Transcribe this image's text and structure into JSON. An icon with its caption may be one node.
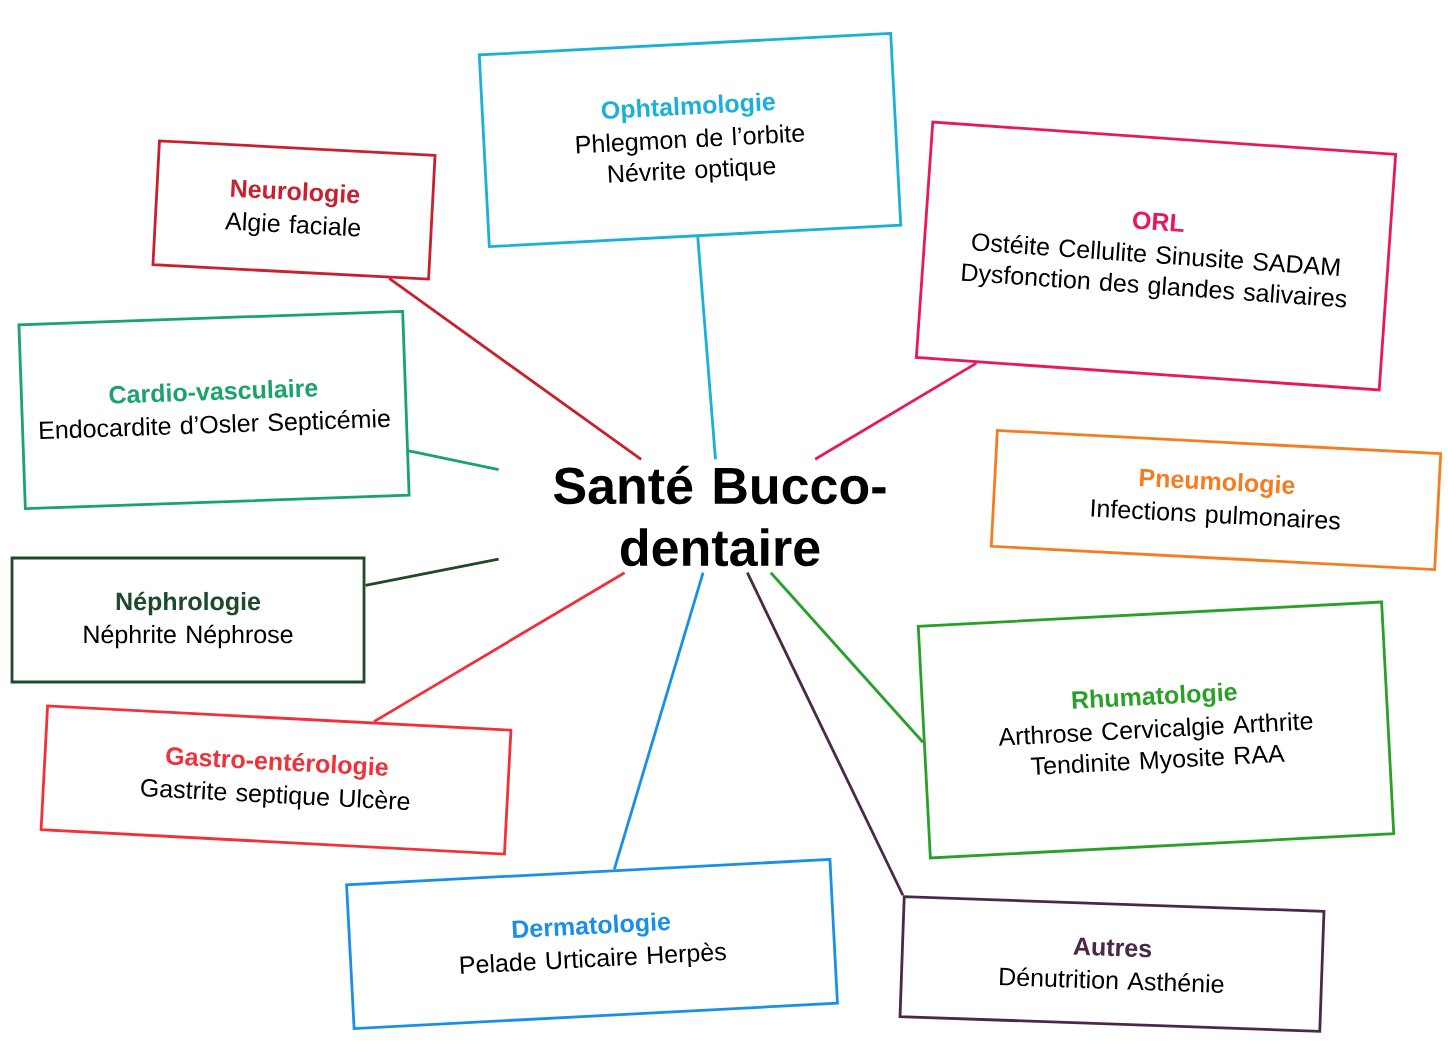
{
  "diagram": {
    "nodes": [
      {
        "text": [
          "Santé Bucco-dentaire"
        ]
      },
      {
        "text": [
          "Ophtalmologie",
          "Phlegmon de l’orbite Névrite optique"
        ]
      },
      {
        "text": [
          "Neurologie",
          "Algie faciale"
        ]
      },
      {
        "text": [
          "ORL",
          "Ostéite Cellulite Sinusite SADAM Dysfonction des glandes salivaires"
        ]
      },
      {
        "text": [
          "Cardio-vasculaire",
          "Endocardite d’Osler Septicémie"
        ]
      },
      {
        "text": [
          "Pneumologie",
          "Infections pulmonaires"
        ]
      },
      {
        "text": [
          "Néphrologie",
          "Néphrite Néphrose"
        ]
      },
      {
        "text": [
          "Gastro-entérologie",
          "Gastrite septique Ulcère"
        ]
      },
      {
        "text": [
          "Rhumatologie",
          "Arthrose Cervicalgie Arthrite Tendinite Myosite RAA"
        ]
      },
      {
        "text": [
          "Dermatologie",
          "Pelade Urticaire Herpès"
        ]
      },
      {
        "text": [
          "Autres",
          "Dénutrition Asthénie"
        ]
      }
    ],
    "edges": [
      {
        "from": 0,
        "to": 1,
        "arrow": "none",
        "color": "#1ab0d8"
      },
      {
        "from": 0,
        "to": 2,
        "arrow": "none",
        "color": "#c8202f"
      },
      {
        "from": 0,
        "to": 3,
        "arrow": "none",
        "color": "#e8185f"
      },
      {
        "from": 0,
        "to": 4,
        "arrow": "none",
        "color": "#1aa36a"
      },
      {
        "from": 0,
        "to": 6,
        "arrow": "none",
        "color": "#1f4a2a"
      },
      {
        "from": 0,
        "to": 7,
        "arrow": "none",
        "color": "#f0303a"
      },
      {
        "from": 0,
        "to": 8,
        "arrow": "none",
        "color": "#2aa02a"
      },
      {
        "from": 0,
        "to": 9,
        "arrow": "none",
        "color": "#1a8fe8"
      },
      {
        "from": 0,
        "to": 10,
        "arrow": "none",
        "color": "#4a2848"
      }
    ]
  }
}
